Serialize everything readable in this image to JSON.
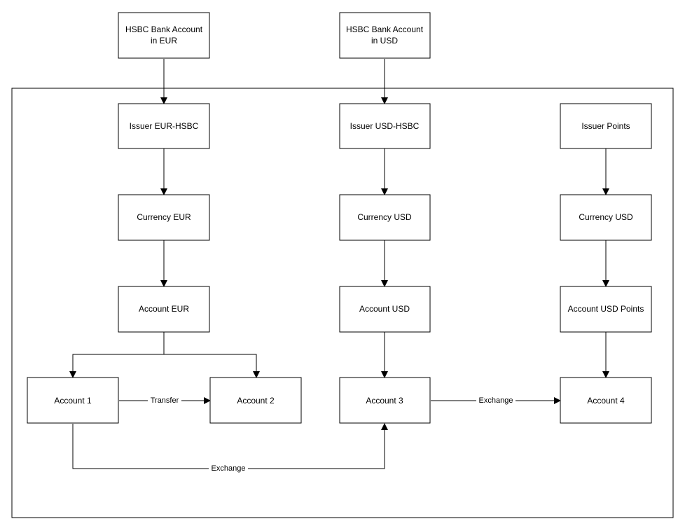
{
  "nodes": {
    "hsbc_eur": "HSBC Bank Account\nin EUR",
    "hsbc_usd": "HSBC Bank Account\nin USD",
    "issuer_eur_hsbc": "Issuer EUR-HSBC",
    "issuer_usd_hsbc": "Issuer USD-HSBC",
    "issuer_points": "Issuer Points",
    "currency_eur": "Currency EUR",
    "currency_usd_1": "Currency USD",
    "currency_usd_2": "Currency USD",
    "account_eur": "Account EUR",
    "account_usd": "Account USD",
    "account_usd_points": "Account USD Points",
    "account_1": "Account 1",
    "account_2": "Account 2",
    "account_3": "Account 3",
    "account_4": "Account 4"
  },
  "edges": {
    "transfer": "Transfer",
    "exchange_3_4": "Exchange",
    "exchange_1_3": "Exchange"
  }
}
